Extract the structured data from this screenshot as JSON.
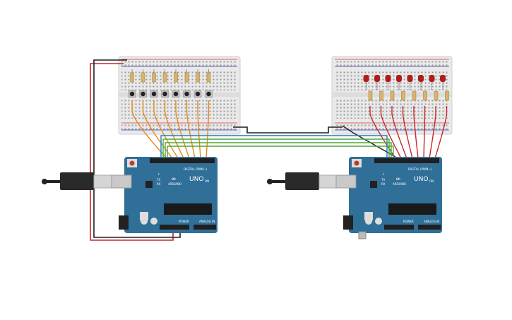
{
  "boards": [
    {
      "model": "UNO",
      "brand": "ARDUINO",
      "digital_label": "DIGITAL (PWM~)",
      "power_label": "POWER",
      "analog_label": "ANALOG IN",
      "tx_label": "TX",
      "rx_label": "RX",
      "on_label": "ON",
      "l_label": "L"
    },
    {
      "model": "UNO",
      "brand": "ARDUINO",
      "digital_label": "DIGITAL (PWM~)",
      "power_label": "POWER",
      "analog_label": "ANALOG IN",
      "tx_label": "TX",
      "rx_label": "RX",
      "on_label": "ON",
      "l_label": "L"
    }
  ],
  "breadboards": [
    {
      "component": "pushbutton",
      "count": 8
    },
    {
      "component": "led",
      "count": 8,
      "led_color": "#b01c1c"
    }
  ],
  "colors": {
    "board_blue": "#2f6f98",
    "wire_red": "#c8262b",
    "wire_black": "#1e1e1e",
    "wire_orange": "#e58a1b",
    "wire_green": "#4fa53a",
    "wire_blue": "#1b7bc0",
    "breadboard": "#e9e9e9"
  }
}
